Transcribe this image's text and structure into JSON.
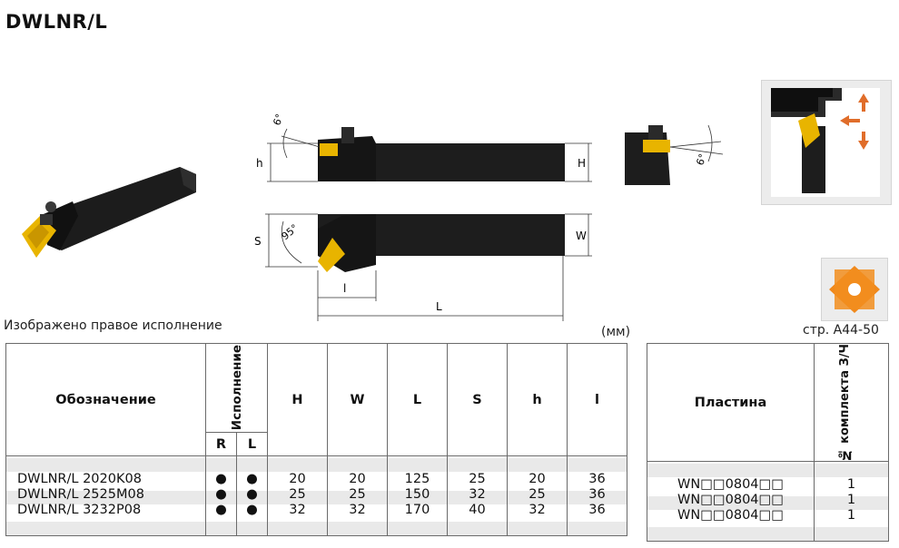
{
  "title": "DWLNR/L",
  "notes": {
    "depicted": "Изображено правое исполнение",
    "units": "(мм)",
    "page_ref": "стр. A44-50"
  },
  "drawing_labels": {
    "angle_top_left": "6°",
    "angle_top_right": "6°",
    "angle_lead": "95°",
    "dim_h": "h",
    "dim_H": "H",
    "dim_S": "S",
    "dim_W": "W",
    "dim_l": "l",
    "dim_L": "L"
  },
  "table": {
    "headers": {
      "designation": "Обозначение",
      "execution": "Исполнение",
      "R": "R",
      "L": "L",
      "H": "H",
      "W": "W",
      "Lcol": "L",
      "S": "S",
      "h": "h",
      "l": "l"
    },
    "rows": [
      {
        "designation": "DWLNR/L 2020K08",
        "R": "●",
        "L": "●",
        "H": "20",
        "W": "20",
        "Lval": "125",
        "S": "25",
        "h": "20",
        "l": "36"
      },
      {
        "designation": "DWLNR/L 2525M08",
        "R": "●",
        "L": "●",
        "H": "25",
        "W": "25",
        "Lval": "150",
        "S": "32",
        "h": "25",
        "l": "36"
      },
      {
        "designation": "DWLNR/L 3232P08",
        "R": "●",
        "L": "●",
        "H": "32",
        "W": "32",
        "Lval": "170",
        "S": "40",
        "h": "32",
        "l": "36"
      }
    ]
  },
  "insert_table": {
    "headers": {
      "insert": "Пластина",
      "set_no": "№ комплекта З/Ч"
    },
    "rows": [
      {
        "insert": "WN□□0804□□",
        "set_no": "1"
      },
      {
        "insert": "WN□□0804□□",
        "set_no": "1"
      },
      {
        "insert": "WN□□0804□□",
        "set_no": "1"
      }
    ]
  },
  "colors": {
    "tool_body": "#1a1a1a",
    "insert": "#e8b400",
    "arrow": "#e06d2a",
    "panel": "#ececec"
  }
}
